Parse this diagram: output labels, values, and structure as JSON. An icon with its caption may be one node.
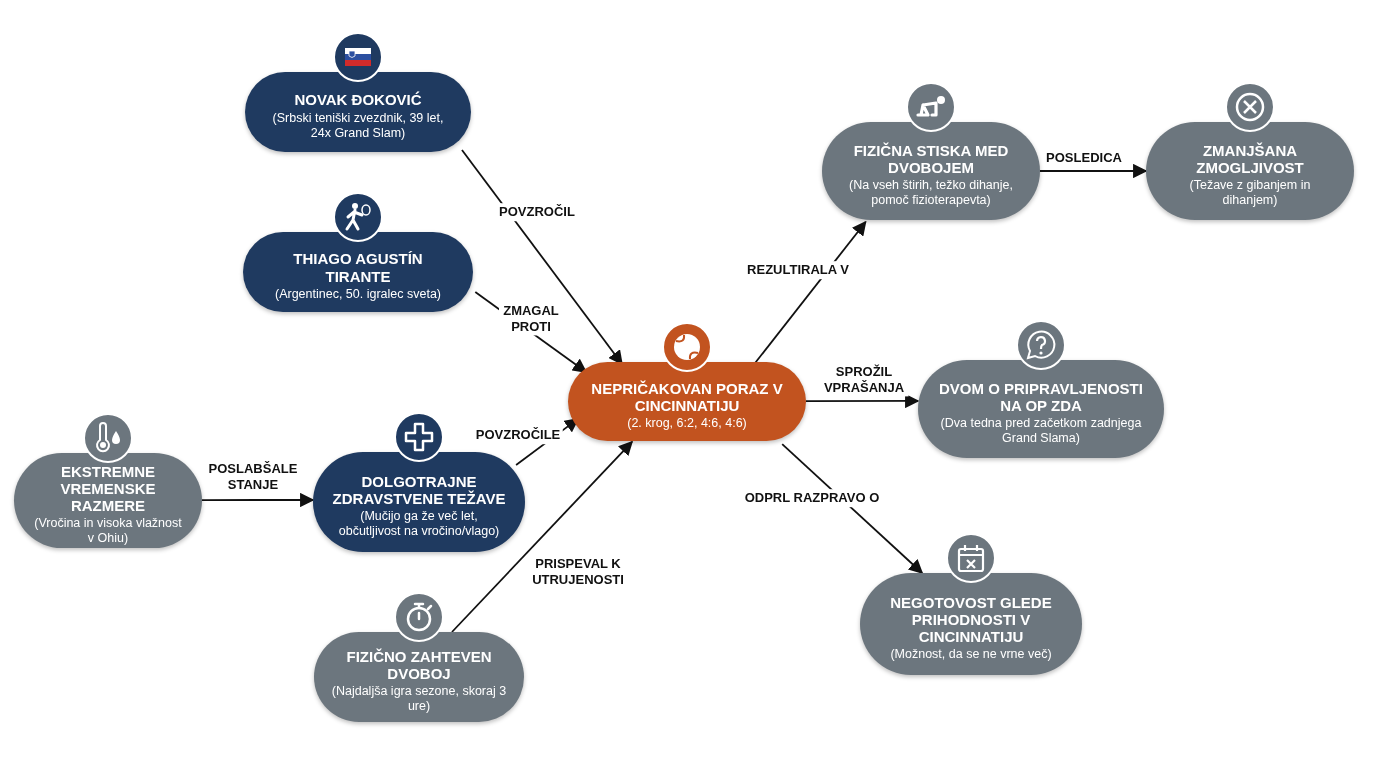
{
  "diagram": {
    "nodes": [
      {
        "text": [
          "NOVAK ĐOKOVIĆ",
          "(Srbski teniški zvezdnik, 39 let, 24x Grand Slam)"
        ]
      },
      {
        "text": [
          "THIAGO AGUSTÍN TIRANTE",
          "(Argentinec, 50. igralec sveta)"
        ]
      },
      {
        "text": [
          "NEPRIČAKOVAN PORAZ V CINCINNATIJU",
          "(2. krog, 6:2, 4:6, 4:6)"
        ]
      },
      {
        "text": [
          "FIZIČNA STISKA MED DVOBOJEM",
          "(Na vseh štirih, težko dihanje, pomoč fizioterapevta)"
        ]
      },
      {
        "text": [
          "ZMANJŠANA ZMOGLJIVOST",
          "(Težave z gibanjem in dihanjem)"
        ]
      },
      {
        "text": [
          "DVOM O PRIPRAVLJENOSTI NA OP ZDA",
          "(Dva tedna pred začetkom zadnjega Grand Slama)"
        ]
      },
      {
        "text": [
          "EKSTREMNE VREMENSKE RAZMERE",
          "(Vročina in visoka vlažnost v Ohiu)"
        ]
      },
      {
        "text": [
          "DOLGOTRAJNE ZDRAVSTVENE TEŽAVE",
          "(Mučijo ga že več let, občutljivost na vročino/vlago)"
        ]
      },
      {
        "text": [
          "NEGOTOVOST GLEDE PRIHODNOSTI V CINCINNATIJU",
          "(Možnost, da se ne vrne več)"
        ]
      },
      {
        "text": [
          "FIZIČNO ZAHTEVEN DVOBOJ",
          "(Najdaljša igra sezone, skoraj 3 ure)"
        ]
      }
    ],
    "edges": [
      {
        "from": 0,
        "to": 2,
        "arrow": "to",
        "label": "POVZROČIL"
      },
      {
        "from": 1,
        "to": 2,
        "arrow": "to",
        "label": "ZMAGAL PROTI"
      },
      {
        "from": 7,
        "to": 2,
        "arrow": "to",
        "label": "POVZROČILE"
      },
      {
        "from": 9,
        "to": 2,
        "arrow": "to",
        "label": "PRISPEVAL K UTRUJENOSTI"
      },
      {
        "from": 6,
        "to": 7,
        "arrow": "to",
        "label": "POSLABŠALE STANJE"
      },
      {
        "from": 2,
        "to": 3,
        "arrow": "to",
        "label": "REZULTIRALA V"
      },
      {
        "from": 3,
        "to": 4,
        "arrow": "to",
        "label": "POSLEDICA"
      },
      {
        "from": 2,
        "to": 5,
        "arrow": "to",
        "label": "SPROŽIL VPRAŠANJA"
      },
      {
        "from": 2,
        "to": 8,
        "arrow": "to",
        "label": "ODPRL RAZPRAVO O"
      }
    ]
  }
}
